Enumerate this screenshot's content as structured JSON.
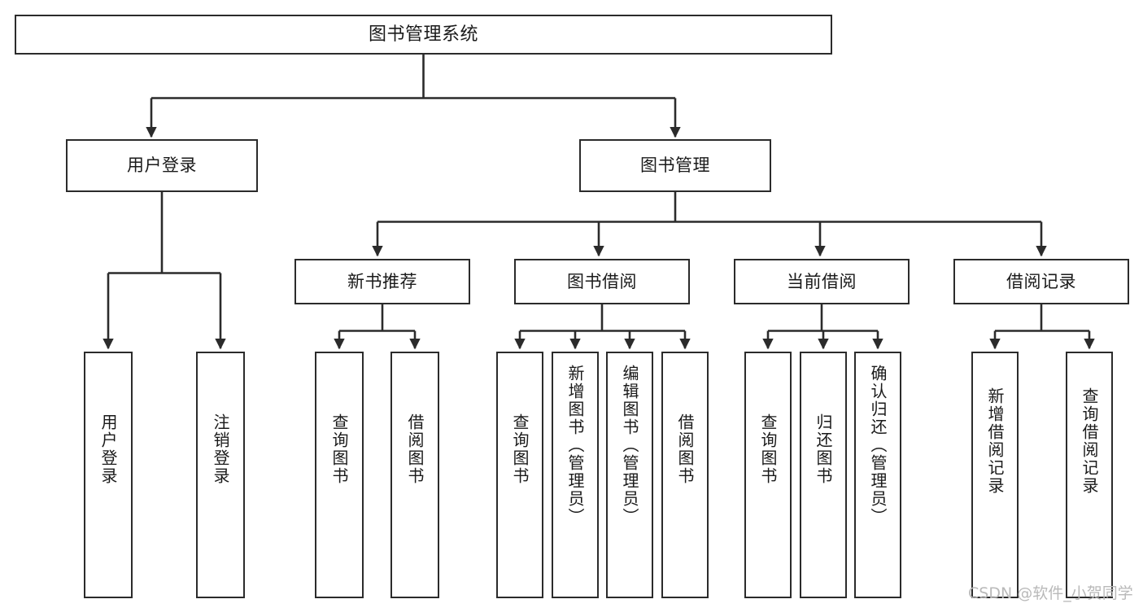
{
  "diagram": {
    "title": "图书管理系统",
    "type": "功能结构图",
    "background_color": "#ffffff",
    "line_color": "#2b2b2b",
    "text_color": "#1a1a1a"
  },
  "nodes": {
    "root": {
      "label": "图书管理系统",
      "level": 1
    },
    "level2": [
      {
        "id": "user-login",
        "label": "用户登录"
      },
      {
        "id": "book-manage",
        "label": "图书管理"
      }
    ],
    "level3": [
      {
        "id": "new-book-rec",
        "label": "新书推荐",
        "parent": "book-manage"
      },
      {
        "id": "book-borrow",
        "label": "图书借阅",
        "parent": "book-manage"
      },
      {
        "id": "current-borrow",
        "label": "当前借阅",
        "parent": "book-manage"
      },
      {
        "id": "borrow-record",
        "label": "借阅记录",
        "parent": "book-manage"
      }
    ],
    "leaves": [
      {
        "id": "leaf-user-login",
        "label": "用户登录",
        "parent": "user-login"
      },
      {
        "id": "leaf-logout",
        "label": "注销登录",
        "parent": "user-login"
      },
      {
        "id": "leaf-query-book-1",
        "label": "查询图书",
        "parent": "new-book-rec"
      },
      {
        "id": "leaf-borrow-book-1",
        "label": "借阅图书",
        "parent": "new-book-rec"
      },
      {
        "id": "leaf-query-book-2",
        "label": "查询图书",
        "parent": "book-borrow"
      },
      {
        "id": "leaf-add-book",
        "label": "新增图书（管理员）",
        "parent": "book-borrow"
      },
      {
        "id": "leaf-edit-book",
        "label": "编辑图书（管理员）",
        "parent": "book-borrow"
      },
      {
        "id": "leaf-borrow-book-2",
        "label": "借阅图书",
        "parent": "book-borrow"
      },
      {
        "id": "leaf-query-book-3",
        "label": "查询图书",
        "parent": "current-borrow"
      },
      {
        "id": "leaf-return-book",
        "label": "归还图书",
        "parent": "current-borrow"
      },
      {
        "id": "leaf-confirm-return",
        "label": "确认归还（管理员）",
        "parent": "current-borrow"
      },
      {
        "id": "leaf-add-record",
        "label": "新增借阅记录",
        "parent": "borrow-record"
      },
      {
        "id": "leaf-query-record",
        "label": "查询借阅记录",
        "parent": "borrow-record"
      }
    ]
  },
  "watermark": {
    "text": "CSDN @软件_小贺同学"
  }
}
